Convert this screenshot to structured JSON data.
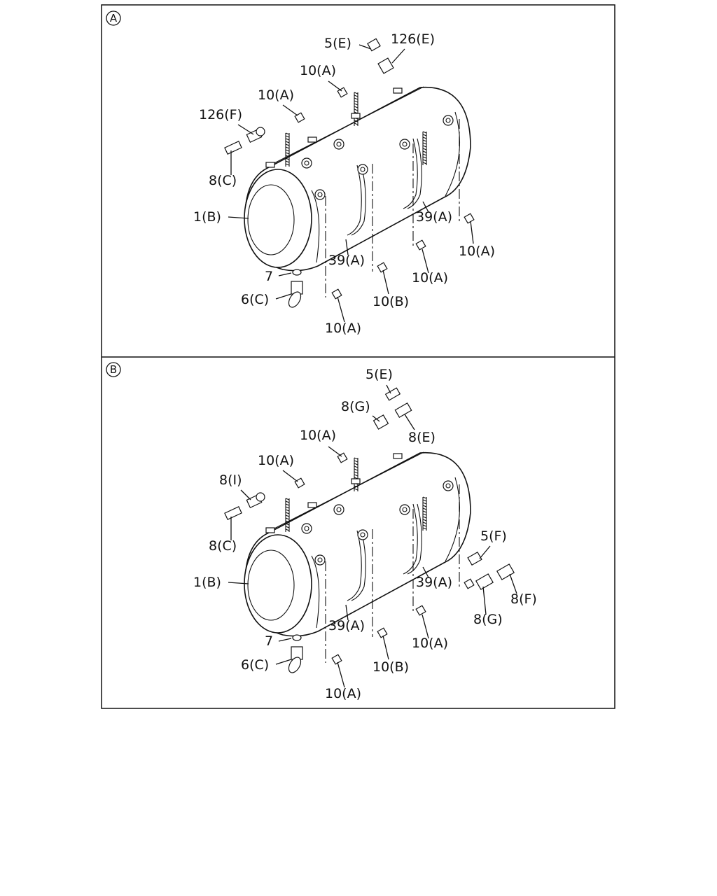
{
  "panels": [
    {
      "marker": "A",
      "labels": [
        "5(E)",
        "126(E)",
        "10(A)",
        "10(A)",
        "126(F)",
        "8(C)",
        "1(B)",
        "39(A)",
        "39(A)",
        "10(A)",
        "7",
        "6(C)",
        "10(B)",
        "10(A)",
        "10(A)"
      ]
    },
    {
      "marker": "B",
      "labels": [
        "5(E)",
        "8(G)",
        "8(E)",
        "10(A)",
        "10(A)",
        "8(I)",
        "8(C)",
        "1(B)",
        "39(A)",
        "39(A)",
        "5(F)",
        "8(F)",
        "8(G)",
        "10(A)",
        "7",
        "6(C)",
        "10(B)",
        "10(A)"
      ]
    }
  ]
}
